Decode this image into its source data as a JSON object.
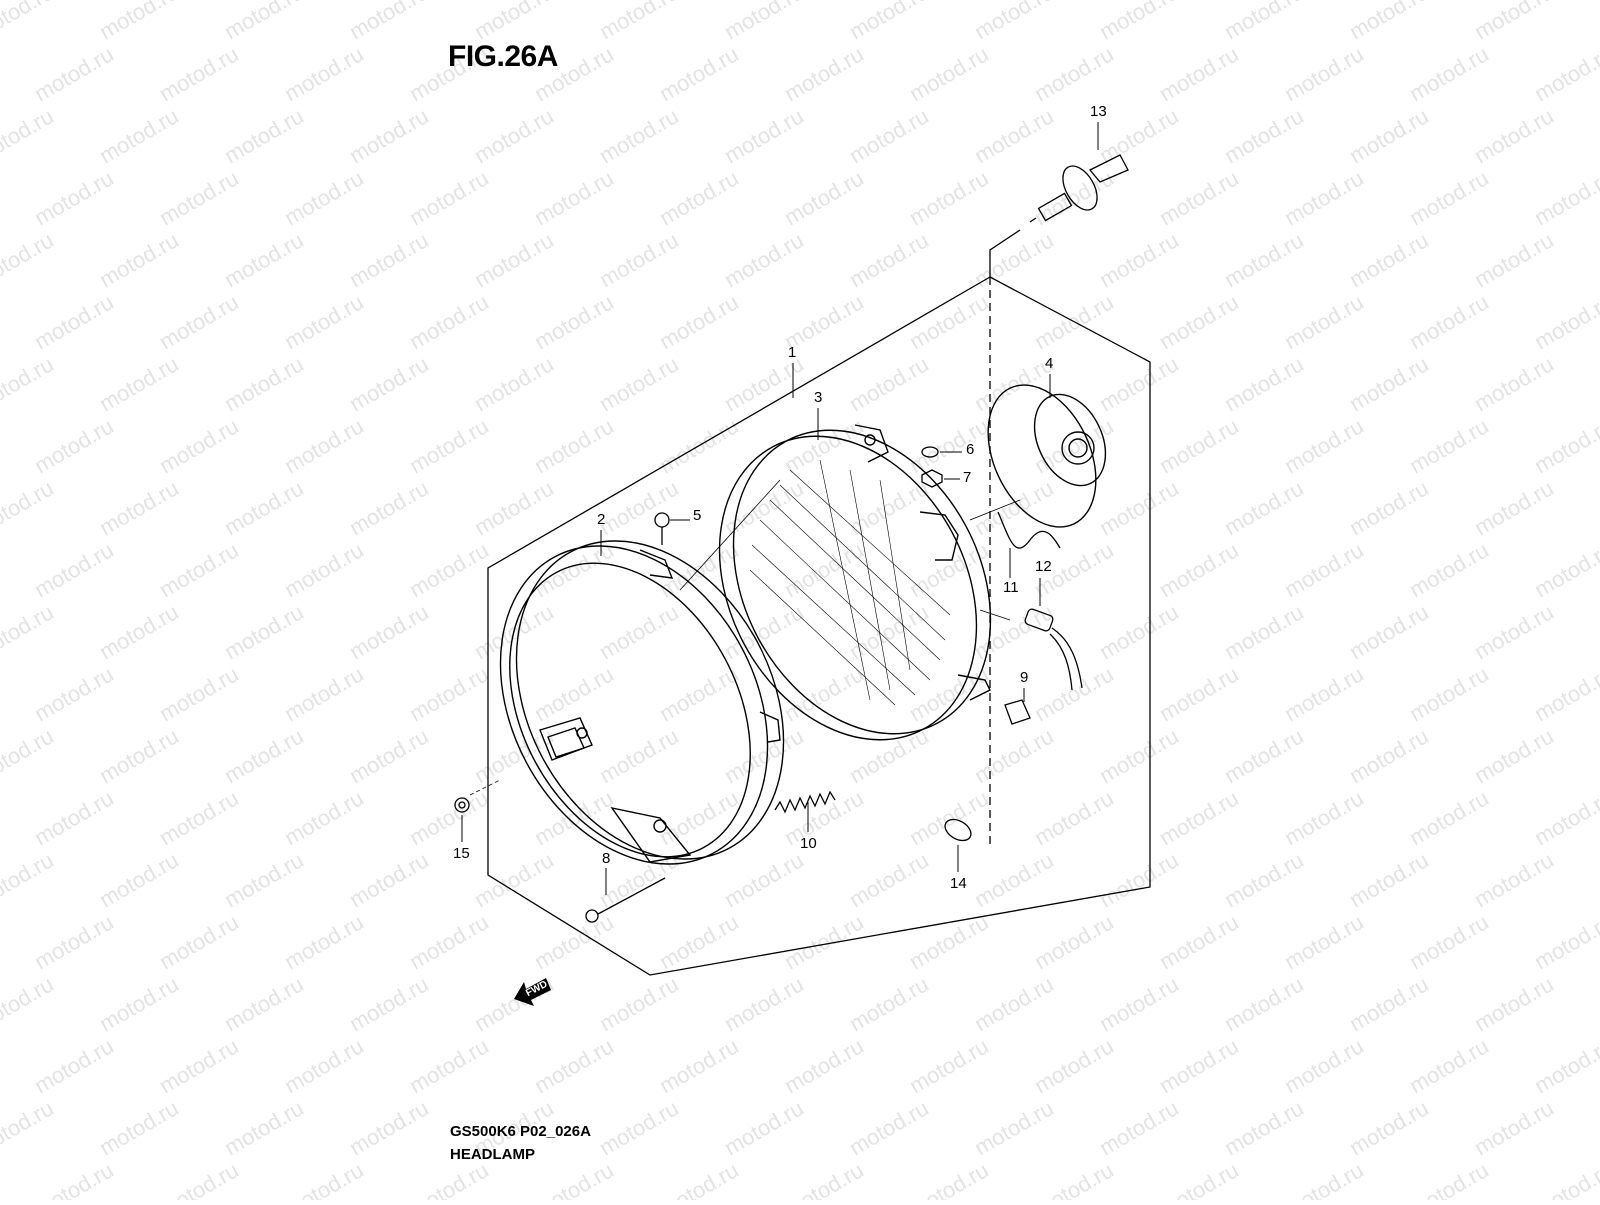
{
  "figure": {
    "title": "FIG.26A",
    "model_code": "GS500K6 P02_026A",
    "name": "HEADLAMP"
  },
  "watermark": {
    "text": "motod.ru",
    "color": "#e3e3e3"
  },
  "direction_badge": {
    "label": "FWD",
    "icon": "arrow-left-icon"
  },
  "parts": [
    {
      "ref": "1"
    },
    {
      "ref": "2"
    },
    {
      "ref": "3"
    },
    {
      "ref": "4"
    },
    {
      "ref": "5"
    },
    {
      "ref": "6"
    },
    {
      "ref": "7"
    },
    {
      "ref": "8"
    },
    {
      "ref": "9"
    },
    {
      "ref": "10"
    },
    {
      "ref": "11"
    },
    {
      "ref": "12"
    },
    {
      "ref": "13"
    },
    {
      "ref": "14"
    },
    {
      "ref": "15"
    }
  ]
}
